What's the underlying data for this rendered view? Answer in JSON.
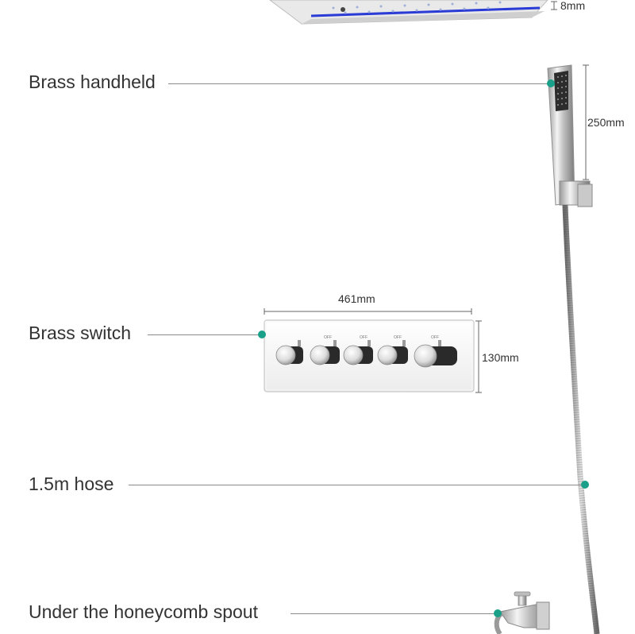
{
  "callouts": {
    "handheld": "Brass handheld",
    "switch": "Brass switch",
    "hose": "1.5m hose",
    "spout": "Under the honeycomb spout"
  },
  "dimensions": {
    "head_thickness": "8mm",
    "handheld_length": "250mm",
    "switch_width": "461mm",
    "switch_height": "130mm"
  },
  "switch_panel": {
    "knob_count": 5,
    "knob_label": "OFF"
  },
  "colors": {
    "accent_dot": "#1aa089",
    "led_blue": "#2b3bd6",
    "chrome": "#d9d9d9"
  }
}
